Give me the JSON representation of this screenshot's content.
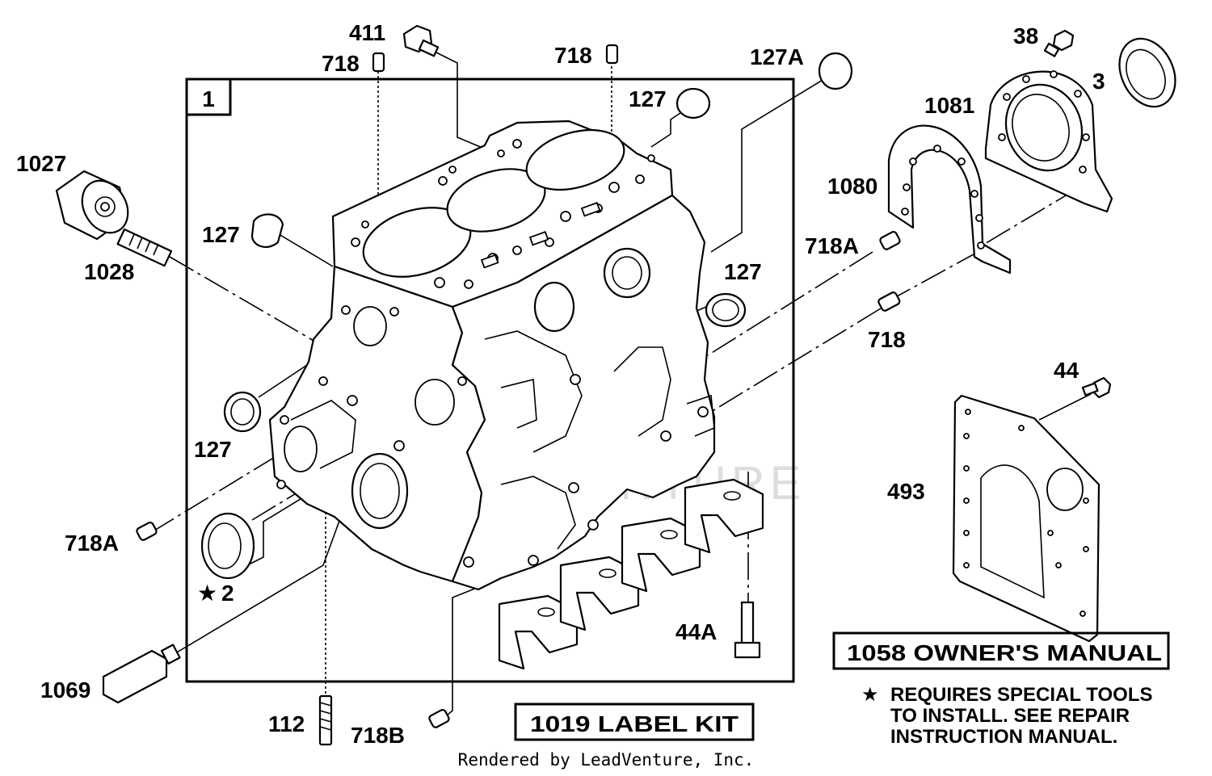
{
  "labels": {
    "p1": "1",
    "p411": "411",
    "p718_a": "718",
    "p718_b": "718",
    "p127A": "127A",
    "p127_a": "127",
    "p127_b": "127",
    "p127_c": "127",
    "p127_d": "127",
    "p38": "38",
    "p3": "3",
    "p1081": "1081",
    "p1080": "1080",
    "p1027": "1027",
    "p1028": "1028",
    "p718A_a": "718A",
    "p718_c": "718",
    "p44": "44",
    "p493": "493",
    "p718A_b": "718A",
    "p2": "2",
    "p1069": "1069",
    "p112": "112",
    "p718B": "718B",
    "p44A": "44A"
  },
  "boxes": {
    "owners_manual": "1058 OWNER'S MANUAL",
    "label_kit": "1019 LABEL KIT"
  },
  "note": {
    "star": "★",
    "line1": "REQUIRES SPECIAL TOOLS",
    "line2": "TO INSTALL.  SEE REPAIR",
    "line3": "INSTRUCTION MANUAL."
  },
  "credit": "Rendered by LeadVenture, Inc.",
  "watermark": "LEADVENTURE"
}
